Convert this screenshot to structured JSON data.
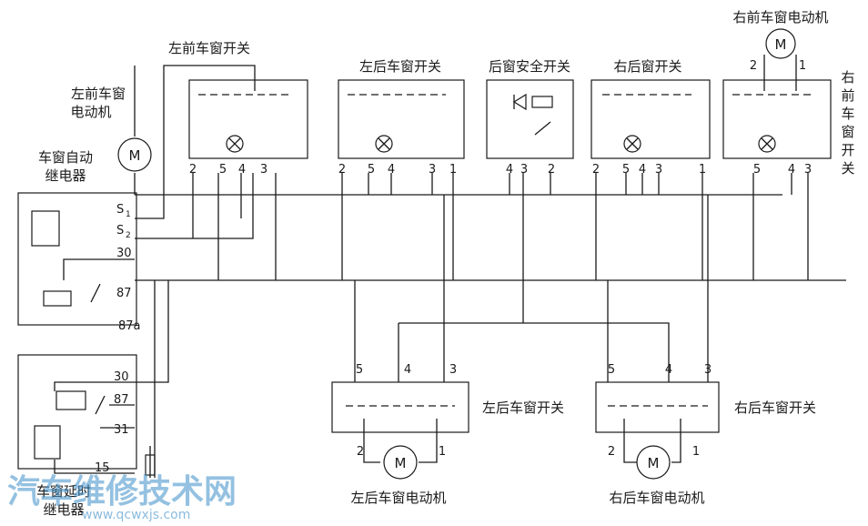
{
  "labels": {
    "lf_switch": "左前车窗开关",
    "lf_motor_1": "左前车窗",
    "lf_motor_2": "电动机",
    "auto_relay_1": "车窗自动",
    "auto_relay_2": "继电器",
    "lr_switch_top": "左后车窗开关",
    "rear_safety": "后窗安全开关",
    "rr_switch_top": "右后窗开关",
    "rf_motor": "右前车窗电动机",
    "rf_switch_v": [
      "右",
      "前",
      "车",
      "窗",
      "开",
      "关"
    ],
    "delay_relay_1": "车窗延时",
    "delay_relay_2": "继电器",
    "lr_switch": "左后车窗开关",
    "rr_switch": "右后车窗开关",
    "lr_motor": "左后车窗电动机",
    "rr_motor": "右后车窗电动机",
    "motor_symbol": "M"
  },
  "relay_pins": {
    "s1": "S",
    "s1_sub": "1",
    "s2": "S",
    "s2_sub": "2",
    "p30": "30",
    "p87": "87",
    "p87a": "87a",
    "d30": "30",
    "d87": "87",
    "d31": "31",
    "d15": "15"
  },
  "pins": {
    "lf": [
      "2",
      "5",
      "4",
      "3"
    ],
    "lr": [
      "2",
      "5",
      "4",
      "3",
      "1"
    ],
    "safety": [
      "4",
      "3",
      "2"
    ],
    "rr": [
      "2",
      "5",
      "4",
      "3",
      "1"
    ],
    "rf": [
      "5",
      "4",
      "3"
    ],
    "rf_motor": [
      "2",
      "1"
    ],
    "lr_lower": [
      "5",
      "4",
      "3"
    ],
    "lr_motor": [
      "2",
      "1"
    ],
    "rr_lower": [
      "5",
      "4",
      "3"
    ],
    "rr_motor": [
      "2",
      "1"
    ]
  },
  "watermark": {
    "text": "汽车维修技术网",
    "url": "www.qcwxjs.com"
  }
}
